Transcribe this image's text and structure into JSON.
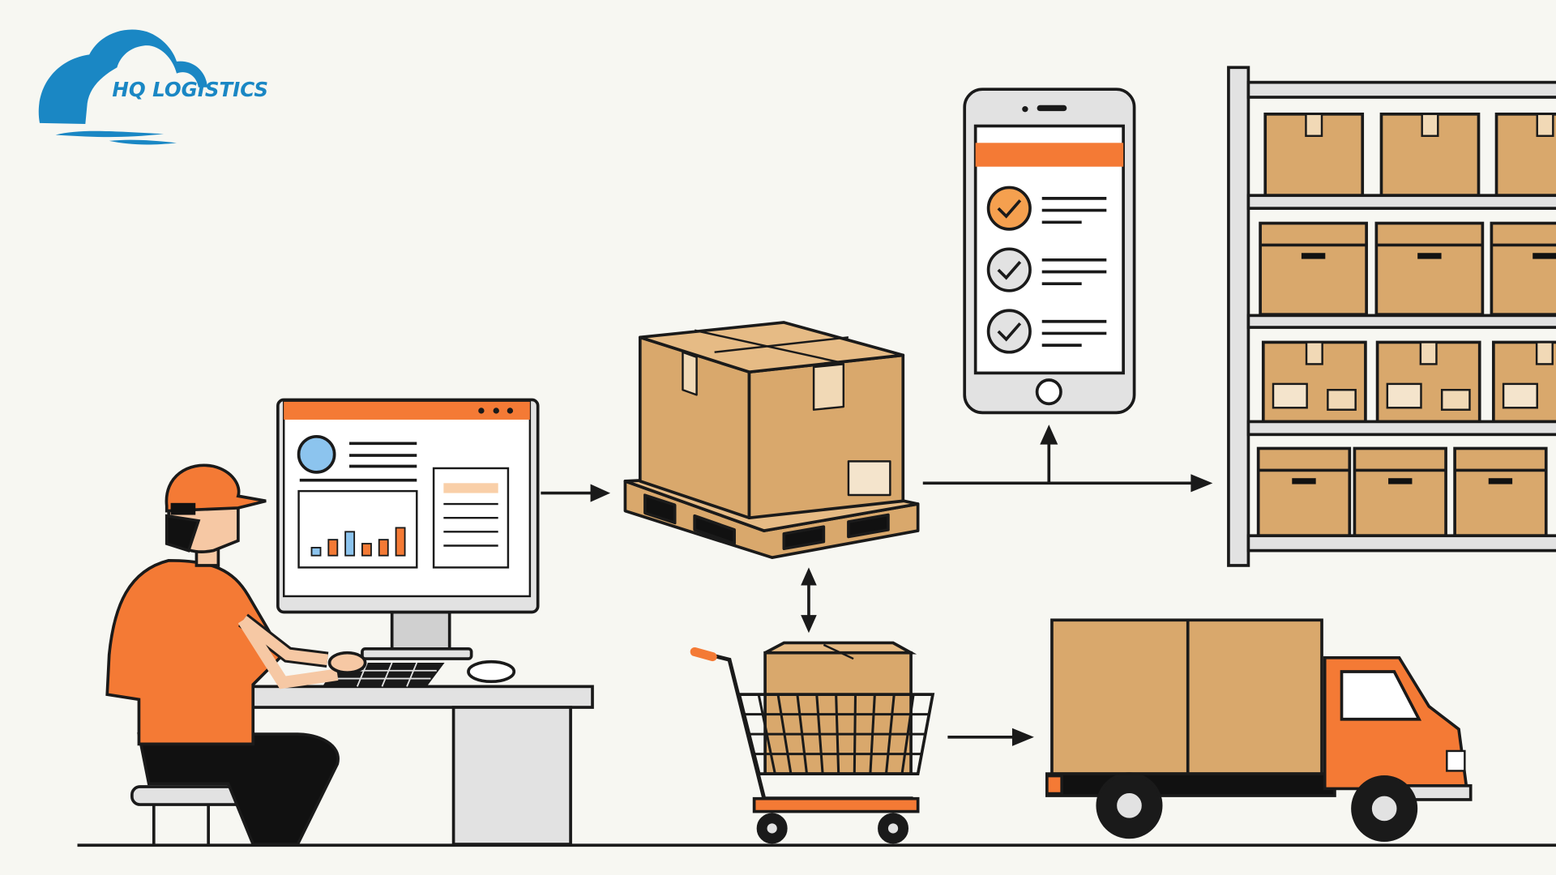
{
  "logo": {
    "text": "HQ LOGISTICS",
    "color": "#1a87c4"
  },
  "colors": {
    "background": "#f7f7f2",
    "orange": "#f47a35",
    "cardboard": "#d9a86c",
    "outline": "#1a1a1a",
    "metal": "#e2e2e2",
    "screen_blue": "#8cc4ee"
  },
  "scene": {
    "items": [
      "worker-at-computer",
      "monitor-dashboard",
      "palletized-box",
      "mobile-checklist",
      "warehouse-shelving",
      "shopping-cart",
      "delivery-truck"
    ],
    "checklist_checked": [
      true,
      true,
      true
    ],
    "dashboard_bars": [
      2,
      4,
      6,
      3,
      4,
      7
    ]
  }
}
